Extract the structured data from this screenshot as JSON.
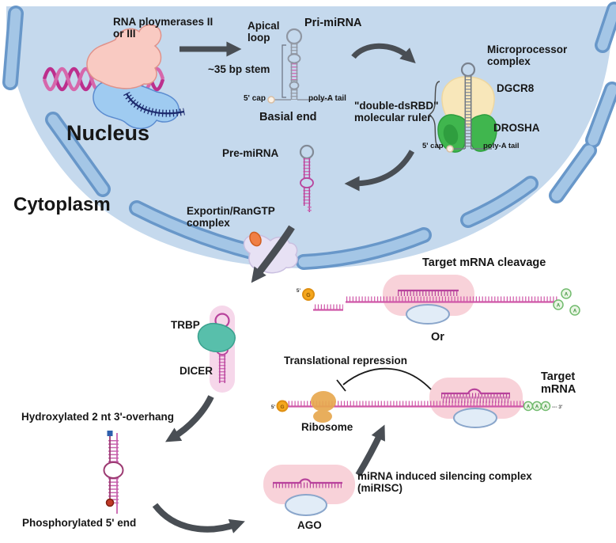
{
  "palette": {
    "nucleus_fill": "#c5d9ed",
    "membrane_fill": "#a4c6e6",
    "membrane_border": "#6897c9",
    "arrow_gray": "#494e54",
    "mrna_magenta": "#cf57a8",
    "hairpin_magenta": "#b8439c",
    "dgcr8_cream": "#f8e7ba",
    "drosha_green": "#40b64e",
    "trbp_teal": "#58bfab",
    "dicer_pink": "#f6d7ea",
    "risc_pink": "#f8d2d9",
    "ago_blue_fill": "#e1ecf7",
    "ribosome_orange": "#e7a84f",
    "cap_orange": "#f5a71e",
    "polya_green": "#72bb6e",
    "rna_pol_pink": "#f9cac2",
    "rna_pol_blue": "#9fcbf1",
    "exportin_lavender": "#e7e1f4",
    "rangtp_orange": "#f07f45"
  },
  "nucleus": {
    "label": "Nucleus"
  },
  "cytoplasm": {
    "label": "Cytoplasm"
  },
  "transcription": {
    "polymerase": "RNA ploymerases II\nor III"
  },
  "pri_mirna": {
    "title": "Pri-miRNA",
    "apical_loop": "Apical\nloop",
    "stem": "~35 bp stem",
    "cap": "5' cap",
    "polya": "poly-A tail",
    "basal_end": "Basial end"
  },
  "microprocessor": {
    "title": "Microprocessor\ncomplex",
    "dgcr8": "DGCR8",
    "drosha": "DROSHA",
    "ruler": "\"double-dsRBD\"\nmolecular ruler",
    "cap": "5' cap",
    "polya": "poly-A tail"
  },
  "nuclear_export": {
    "pre_mirna": "Pre-miRNA",
    "exportin": "Exportin/RanGTP\ncomplex"
  },
  "dicing": {
    "trbp": "TRBP",
    "dicer": "DICER",
    "overhang": "Hydroxylated 2 nt 3'-overhang",
    "phosphorylated": "Phosphorylated 5' end"
  },
  "mirisc": {
    "title": "miRNA induced silencing complex\n(miRISC)",
    "ago": "AGO"
  },
  "cleavage": {
    "title": "Target mRNA cleavage",
    "or": "Or",
    "five_prime": "5'",
    "cap": "G",
    "polya": "A"
  },
  "repression": {
    "title": "Translational repression",
    "target_mrna": "Target\nmRNA",
    "ribosome": "Ribosome",
    "five_prime": "5'",
    "three_prime": "--- 3'",
    "cap": "G",
    "polya": "A"
  }
}
